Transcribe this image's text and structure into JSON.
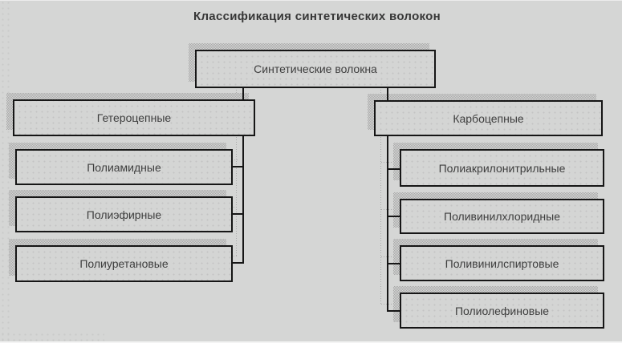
{
  "title": "Классификация синтетических волокон",
  "tree": {
    "root": {
      "label": "Синтетические волокна"
    },
    "branches": [
      {
        "label": "Гетероцепные",
        "children": [
          "Полиамидные",
          "Полиэфирные",
          "Полиуретановые"
        ]
      },
      {
        "label": "Карбоцепные",
        "children": [
          "Полиакрилонитрильные",
          "Поливинилхлоридные",
          "Поливинилспиртовые",
          "Полиолефиновые"
        ]
      }
    ]
  },
  "colors": {
    "canvas_background": "#d5d6d5",
    "node_fill": "#d4d5d4",
    "node_border": "#161616",
    "shadow_dither": "#a9a9a9",
    "text": "#3e3e3e",
    "title_text": "#373737"
  }
}
